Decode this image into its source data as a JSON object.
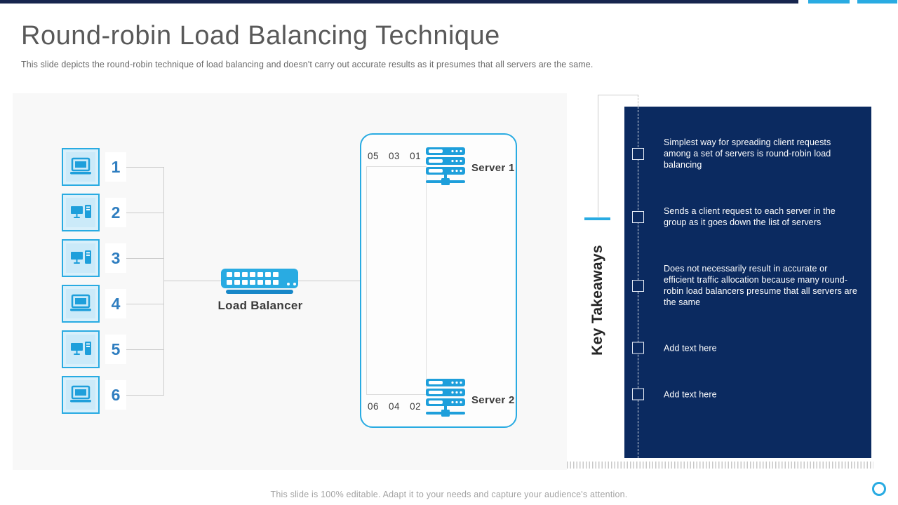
{
  "slide": {
    "title": "Round-robin Load Balancing Technique",
    "subtitle": "This slide depicts the round-robin technique of load balancing and doesn't carry out accurate results as it presumes that all servers are the same.",
    "footer": "This slide is 100% editable. Adapt it to your needs and capture your audience's attention."
  },
  "colors": {
    "accent_cyan": "#29ABE2",
    "panel_navy": "#0B2A60",
    "topbar_navy": "#17254E",
    "icon_blue": "#1E9FDB",
    "number_blue": "#2F7EC0",
    "diagram_bg": "#F8F8F8",
    "connector_gray": "#CCCCCC",
    "text_dark": "#3B3B3B",
    "title_gray": "#595959"
  },
  "diagram": {
    "clients": [
      {
        "number": "1",
        "device": "laptop"
      },
      {
        "number": "2",
        "device": "desktop"
      },
      {
        "number": "3",
        "device": "desktop"
      },
      {
        "number": "4",
        "device": "laptop"
      },
      {
        "number": "5",
        "device": "desktop"
      },
      {
        "number": "6",
        "device": "laptop"
      }
    ],
    "load_balancer_label": "Load Balancer",
    "servers": [
      {
        "label": "Server 1",
        "requests": [
          "05",
          "03",
          "01"
        ]
      },
      {
        "label": "Server 2",
        "requests": [
          "06",
          "04",
          "02"
        ]
      }
    ]
  },
  "takeaways": {
    "heading": "Key Takeaways",
    "items": [
      "Simplest way for spreading client requests among a set of servers is round-robin load balancing",
      "Sends a client request to each server in the group as it goes down the list of servers",
      "Does not necessarily result in accurate or efficient traffic allocation because many round-robin load balancers presume that all servers are the same",
      "Add text here",
      "Add text here"
    ]
  }
}
